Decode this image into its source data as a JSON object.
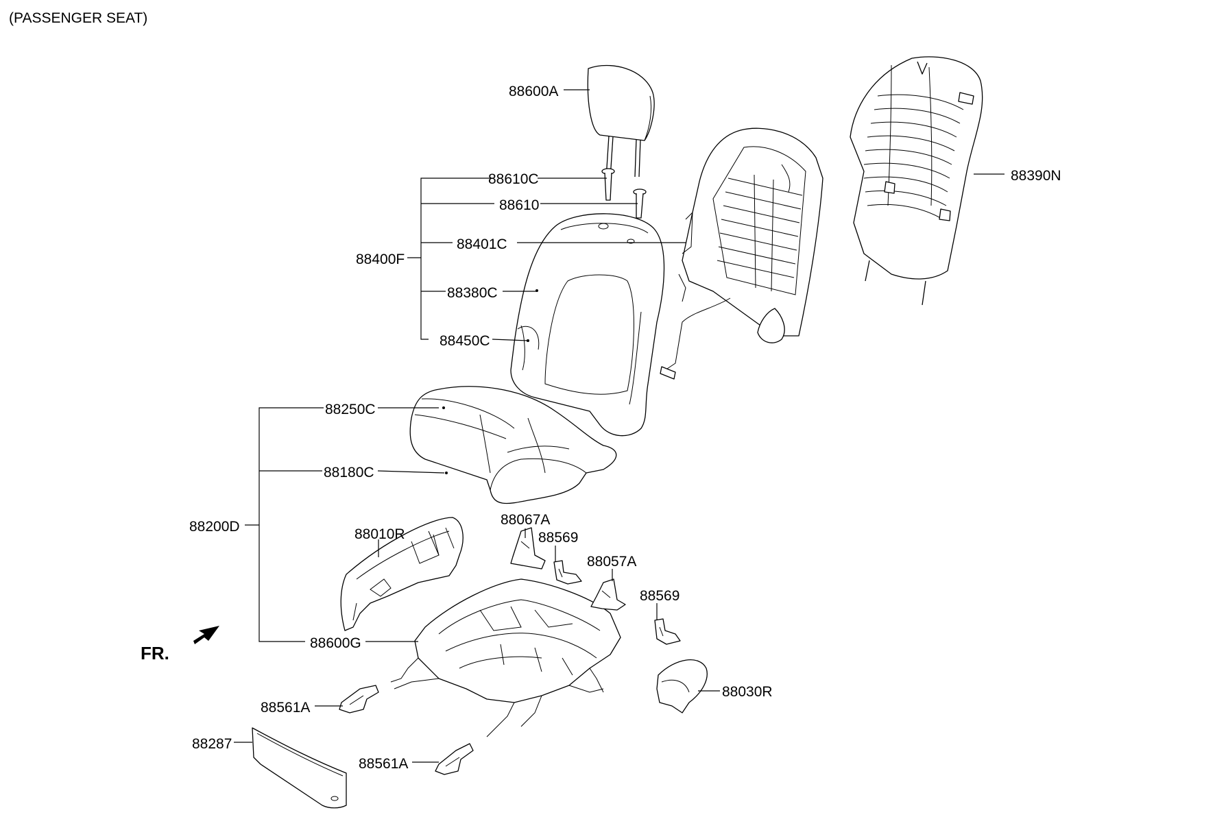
{
  "header": {
    "title": "(PASSENGER SEAT)"
  },
  "direction": {
    "label": "FR."
  },
  "labels": {
    "l88600A": "88600A",
    "l88610C": "88610C",
    "l88610": "88610",
    "l88401C": "88401C",
    "l88400F": "88400F",
    "l88380C": "88380C",
    "l88450C": "88450C",
    "l88390N": "88390N",
    "l88250C": "88250C",
    "l88180C": "88180C",
    "l88200D": "88200D",
    "l88010R": "88010R",
    "l88067A": "88067A",
    "l88569a": "88569",
    "l88057A": "88057A",
    "l88569b": "88569",
    "l88600G": "88600G",
    "l88030R": "88030R",
    "l88561Aa": "88561A",
    "l88287": "88287",
    "l88561Ab": "88561A"
  }
}
